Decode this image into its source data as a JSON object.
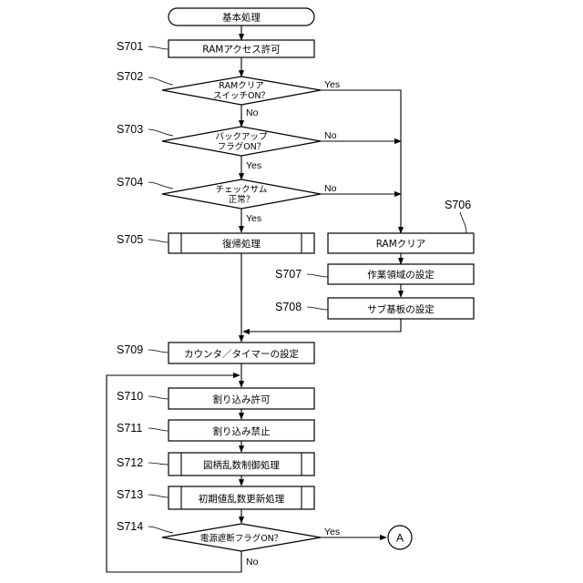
{
  "start": "基本処理",
  "steps": {
    "s701": {
      "id": "S701",
      "text": "RAMアクセス許可"
    },
    "s702": {
      "id": "S702",
      "line1": "RAMクリア",
      "line2": "スイッチON？"
    },
    "s703": {
      "id": "S703",
      "line1": "バックアップ",
      "line2": "フラグON？"
    },
    "s704": {
      "id": "S704",
      "line1": "チェックサム",
      "line2": "正常？"
    },
    "s705": {
      "id": "S705",
      "text": "復帰処理"
    },
    "s706": {
      "id": "S706",
      "text": "RAMクリア"
    },
    "s707": {
      "id": "S707",
      "text": "作業領域の設定"
    },
    "s708": {
      "id": "S708",
      "text": "サブ基板の設定"
    },
    "s709": {
      "id": "S709",
      "text": "カウンタ／タイマーの設定"
    },
    "s710": {
      "id": "S710",
      "text": "割り込み許可"
    },
    "s711": {
      "id": "S711",
      "text": "割り込み禁止"
    },
    "s712": {
      "id": "S712",
      "text": "図柄乱数制御処理"
    },
    "s713": {
      "id": "S713",
      "text": "初期値乱数更新処理"
    },
    "s714": {
      "id": "S714",
      "text": "電源遮断フラグON？"
    }
  },
  "labels": {
    "yes": "Yes",
    "no": "No"
  },
  "connector": "A"
}
